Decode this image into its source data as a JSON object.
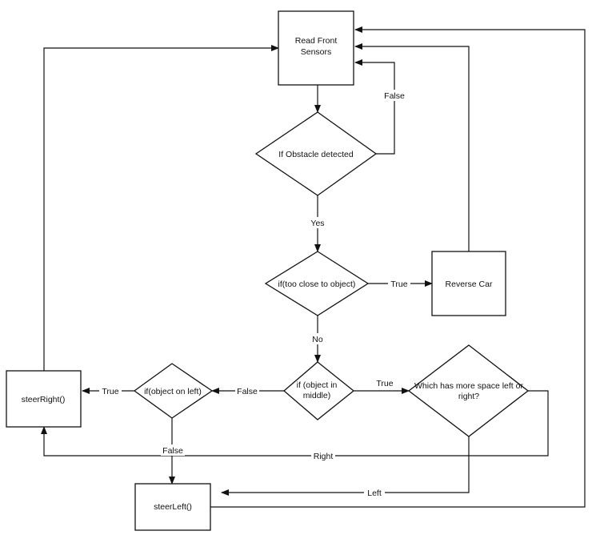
{
  "nodes": {
    "read_front_sensors": [
      "Read Front",
      "Sensors"
    ],
    "if_obstacle": [
      "If Obstacle detected"
    ],
    "if_too_close": [
      "if(too close to object)"
    ],
    "reverse_car": [
      "Reverse Car"
    ],
    "if_object_middle": [
      "if (object in",
      "middle)"
    ],
    "which_more_space": [
      "Which has more space left or",
      "right?"
    ],
    "if_object_left": [
      "if(object on left)"
    ],
    "steer_right": [
      "steerRight()"
    ],
    "steer_left": [
      "steerLeft()"
    ]
  },
  "edges": {
    "false_obstacle": "False",
    "yes": "Yes",
    "true_close": "True",
    "no": "No",
    "true_middle": "True",
    "false_middle": "False",
    "true_left": "True",
    "false_left": "False",
    "right": "Right",
    "left": "Left"
  }
}
